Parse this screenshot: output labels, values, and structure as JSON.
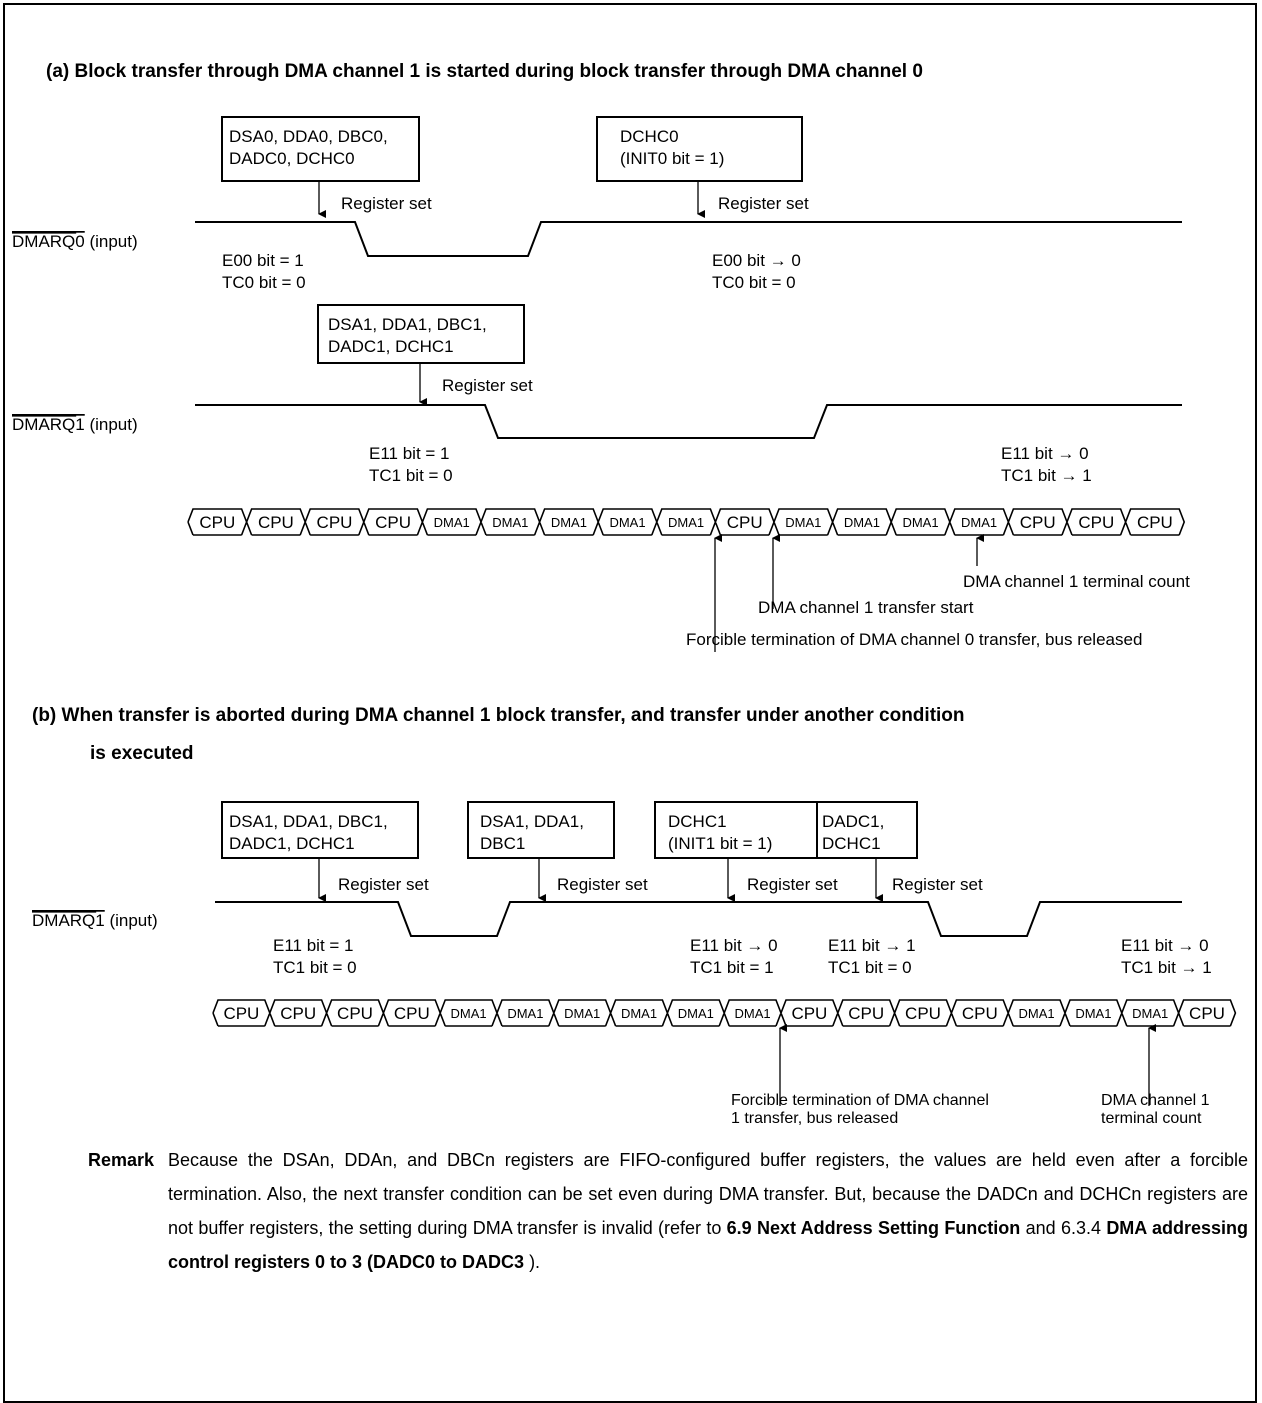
{
  "section_a": {
    "title": "(a)  Block transfer through DMA channel 1 is started during block transfer through DMA channel 0",
    "boxes": [
      [
        "DSA0, DDA0, DBC0,",
        "DADC0, DCHC0"
      ],
      [
        "DCHC0",
        "(INIT0 bit = 1)"
      ],
      [
        "DSA1, DDA1, DBC1,",
        "DADC1, DCHC1"
      ]
    ],
    "register_set": "Register set",
    "signals": [
      {
        "name": "DMARQ0",
        "suffix": "(input)"
      },
      {
        "name": "DMARQ1",
        "suffix": "(input)"
      }
    ],
    "status": [
      [
        "E00 bit = 1",
        "TC0 bit = 0"
      ],
      [
        "E00 bit → 0",
        "TC0 bit = 0"
      ],
      [
        "E11 bit = 1",
        "TC1 bit = 0"
      ],
      [
        "E11 bit → 0",
        "TC1 bit → 1"
      ]
    ],
    "bus": [
      "CPU",
      "CPU",
      "CPU",
      "CPU",
      "DMA1",
      "DMA1",
      "DMA1",
      "DMA1",
      "DMA1",
      "CPU",
      "DMA1",
      "DMA1",
      "DMA1",
      "DMA1",
      "CPU",
      "CPU",
      "CPU"
    ],
    "annotations": [
      "DMA channel 1 terminal count",
      "DMA channel 1 transfer start",
      "Forcible termination of DMA channel 0 transfer, bus released"
    ]
  },
  "section_b": {
    "title_line1": "(b)  When transfer is aborted during DMA channel 1 block transfer, and transfer under another condition",
    "title_line2": "is executed",
    "boxes": [
      [
        "DSA1, DDA1, DBC1,",
        "DADC1, DCHC1"
      ],
      [
        "DSA1, DDA1,",
        "DBC1"
      ],
      [
        "DCHC1",
        "(INIT1 bit = 1)"
      ],
      [
        "DADC1,",
        "DCHC1"
      ]
    ],
    "register_set": "Register set",
    "signal": {
      "name": "DMARQ1",
      "suffix": "(input)"
    },
    "status": [
      [
        "E11 bit = 1",
        "TC1 bit = 0"
      ],
      [
        "E11 bit → 0",
        "TC1 bit = 1"
      ],
      [
        "E11 bit → 1",
        "TC1 bit = 0"
      ],
      [
        "E11 bit → 0",
        "TC1 bit → 1"
      ]
    ],
    "bus": [
      "CPU",
      "CPU",
      "CPU",
      "CPU",
      "DMA1",
      "DMA1",
      "DMA1",
      "DMA1",
      "DMA1",
      "DMA1",
      "CPU",
      "CPU",
      "CPU",
      "CPU",
      "DMA1",
      "DMA1",
      "DMA1",
      "CPU"
    ],
    "annotations": [
      [
        "Forcible termination of DMA channel",
        "1 transfer, bus released"
      ],
      [
        "DMA channel 1",
        "terminal count"
      ]
    ]
  },
  "remark": {
    "label": "Remark",
    "text1": "Because the DSAn, DDAn, and DBCn registers are FIFO-configured buffer registers, the values are held even after a forcible termination.  Also, the next transfer condition can be set even during DMA transfer.  But, because the DADCn and DCHCn registers are not buffer registers, the setting during DMA transfer is invalid (refer to ",
    "ref1": "6.9  Next Address Setting Function",
    "text2": " and 6.3.4  ",
    "ref2": "DMA addressing control registers 0 to 3 (DADC0 to DADC3",
    "text3": " )."
  }
}
